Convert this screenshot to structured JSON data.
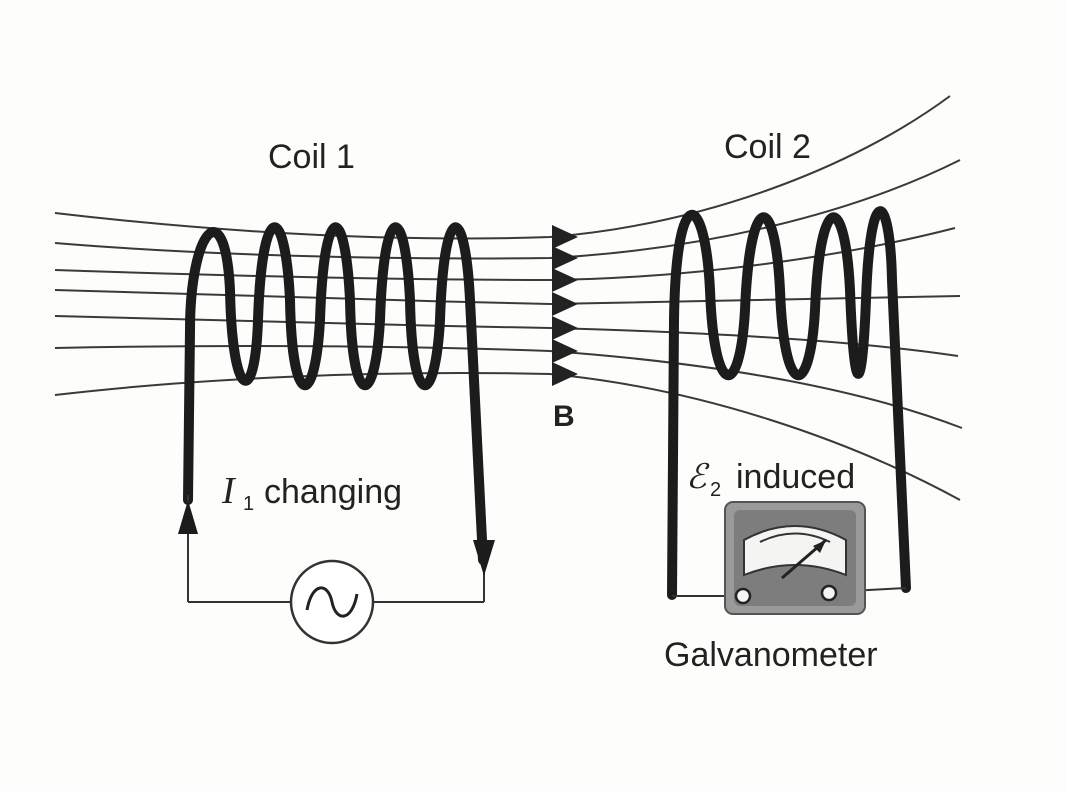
{
  "labels": {
    "coil1": "Coil 1",
    "coil2": "Coil 2",
    "field": "B",
    "current_symbol": "I",
    "current_sub": "1",
    "current_text": "changing",
    "emf_symbol": "ℰ",
    "emf_sub": "2",
    "emf_text": "induced",
    "meter": "Galvanometer"
  },
  "colors": {
    "ink": "#222222",
    "field_line": "#3a3a3a",
    "meter_face": "#f4f4f2",
    "meter_body": "#9a9a9a"
  }
}
